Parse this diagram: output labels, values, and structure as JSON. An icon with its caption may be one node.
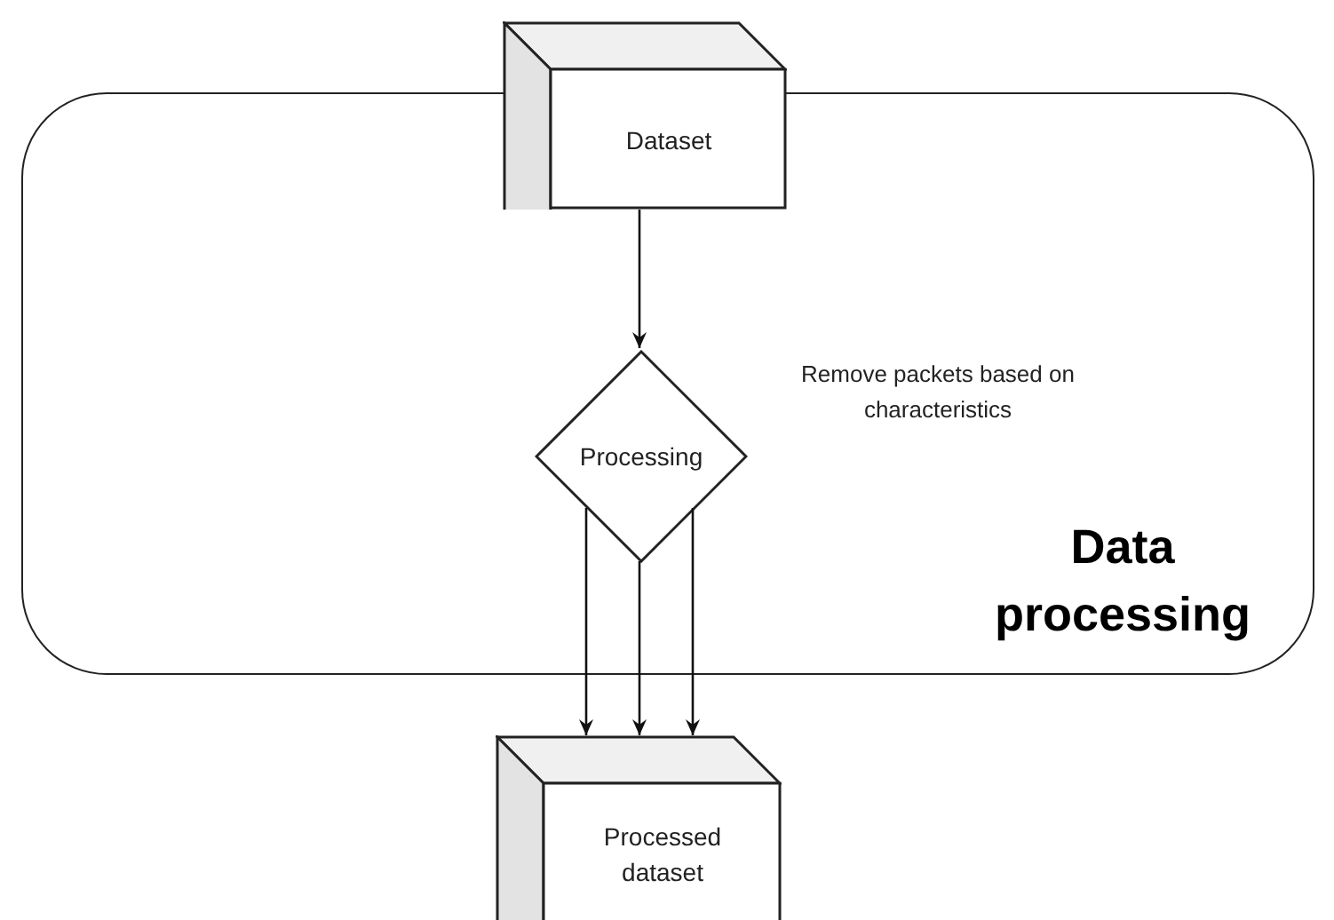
{
  "diagram": {
    "nodes": [
      {
        "text": [
          "Data processing"
        ]
      },
      {
        "text": [
          "Dataset"
        ]
      },
      {
        "text": [
          "Processing"
        ],
        "in": 0
      },
      {
        "text": [
          "Processed dataset"
        ]
      }
    ],
    "edges": [
      {
        "from": 1,
        "to": 2,
        "arrow": "to"
      },
      {
        "from": 2,
        "to": 3,
        "arrow": "to"
      },
      {
        "from": 2,
        "to": 3,
        "arrow": "to"
      },
      {
        "from": 2,
        "to": 3,
        "arrow": "to"
      }
    ],
    "labels": [
      "Remove packets based on characteristics"
    ]
  }
}
